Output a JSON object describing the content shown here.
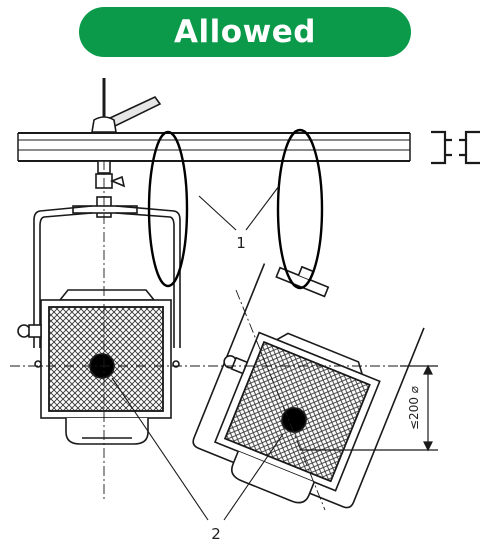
{
  "badge": {
    "label": "Allowed",
    "color": "#0a9a4a",
    "text_color": "#ffffff"
  },
  "diagram": {
    "callout_1": "1",
    "callout_2": "2",
    "dimension_label": "≤200 ⌀",
    "line_color": "#1a1a1a"
  }
}
